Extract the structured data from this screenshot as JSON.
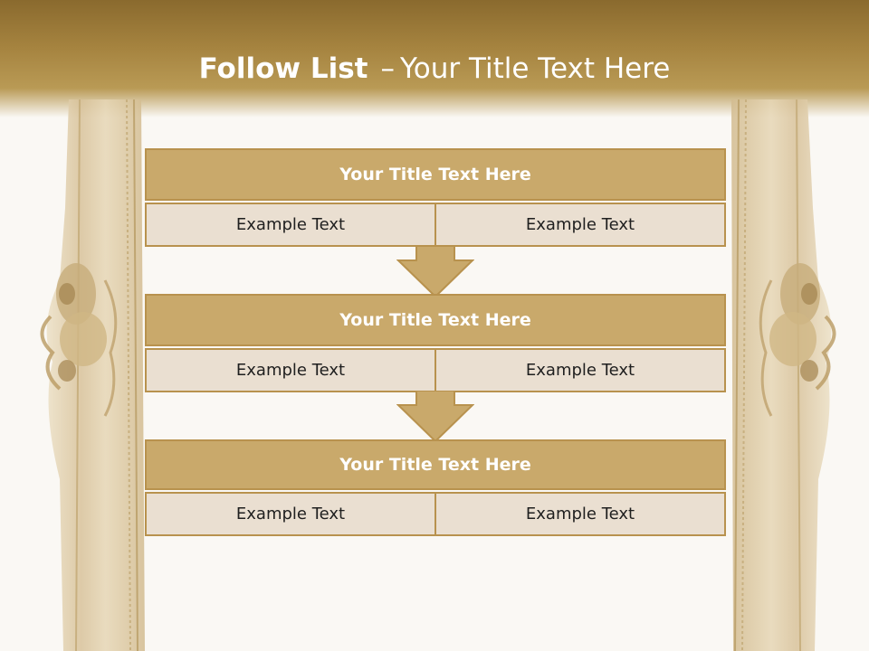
{
  "slide": {
    "title_bold": "Follow List",
    "title_sep": "–",
    "title_rest": "Your Title Text Here"
  },
  "steps": [
    {
      "title": "Your Title Text Here",
      "left": "Example Text",
      "right": "Example Text"
    },
    {
      "title": "Your Title Text Here",
      "left": "Example Text",
      "right": "Example Text"
    },
    {
      "title": "Your Title Text Here",
      "left": "Example Text",
      "right": "Example Text"
    }
  ],
  "colors": {
    "header": "#8a6a2e",
    "box_title": "#c9a96b",
    "box_cell": "#eadfd1",
    "border": "#b8924e"
  }
}
